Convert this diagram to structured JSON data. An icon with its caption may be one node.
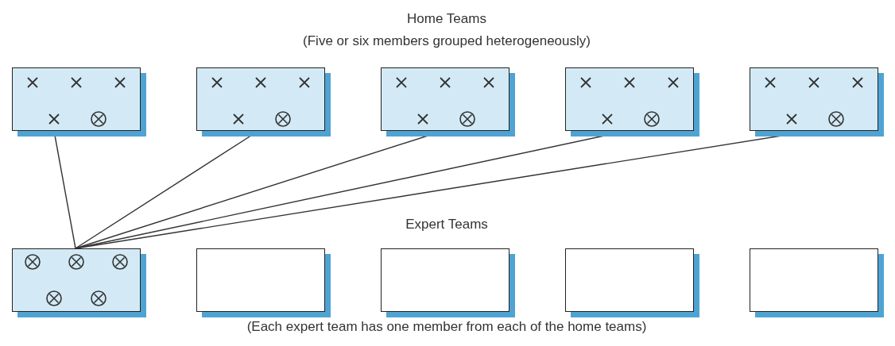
{
  "diagram": {
    "nodes": [
      {
        "text": [],
        "shape": "box"
      },
      {
        "text": [],
        "shape": "box"
      },
      {
        "text": [],
        "shape": "box"
      },
      {
        "text": [],
        "shape": "box"
      },
      {
        "text": [],
        "shape": "box"
      },
      {
        "text": [],
        "shape": "box"
      },
      {
        "text": [],
        "shape": "box"
      },
      {
        "text": [],
        "shape": "box"
      },
      {
        "text": [],
        "shape": "box"
      },
      {
        "text": [],
        "shape": "box"
      }
    ],
    "edges": [
      {
        "from": 0,
        "to": 5,
        "arrow": "none"
      },
      {
        "from": 1,
        "to": 5,
        "arrow": "none"
      },
      {
        "from": 2,
        "to": 5,
        "arrow": "none"
      },
      {
        "from": 3,
        "to": 5,
        "arrow": "none"
      },
      {
        "from": 4,
        "to": 5,
        "arrow": "none"
      }
    ],
    "labels": [
      "Home Teams",
      "(Five or six members grouped heterogeneously)",
      "Expert Teams",
      "(Each expert team has one member from each of the home teams)"
    ]
  }
}
